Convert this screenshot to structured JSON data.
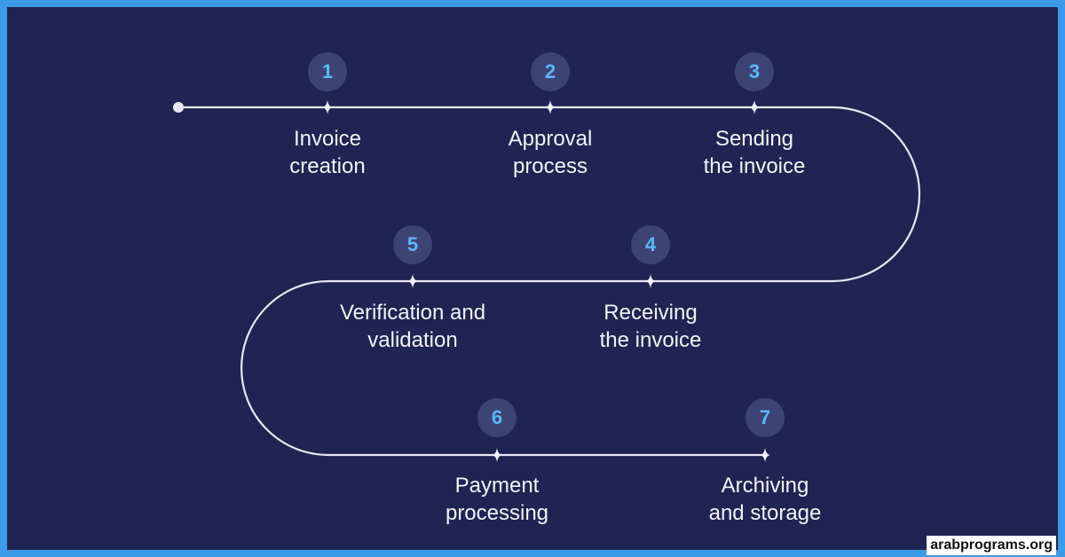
{
  "steps": [
    {
      "number": "1",
      "line1": "Invoice",
      "line2": "creation"
    },
    {
      "number": "2",
      "line1": "Approval",
      "line2": "process"
    },
    {
      "number": "3",
      "line1": "Sending",
      "line2": "the invoice"
    },
    {
      "number": "4",
      "line1": "Receiving",
      "line2": "the invoice"
    },
    {
      "number": "5",
      "line1": "Verification and",
      "line2": "validation"
    },
    {
      "number": "6",
      "line1": "Payment",
      "line2": "processing"
    },
    {
      "number": "7",
      "line1": "Archiving",
      "line2": "and storage"
    }
  ],
  "watermark": "arabprograms.org",
  "colors": {
    "background": "#1f2452",
    "border": "#3b9be6",
    "accent": "#5db7f7",
    "line": "#e6e8f5"
  }
}
